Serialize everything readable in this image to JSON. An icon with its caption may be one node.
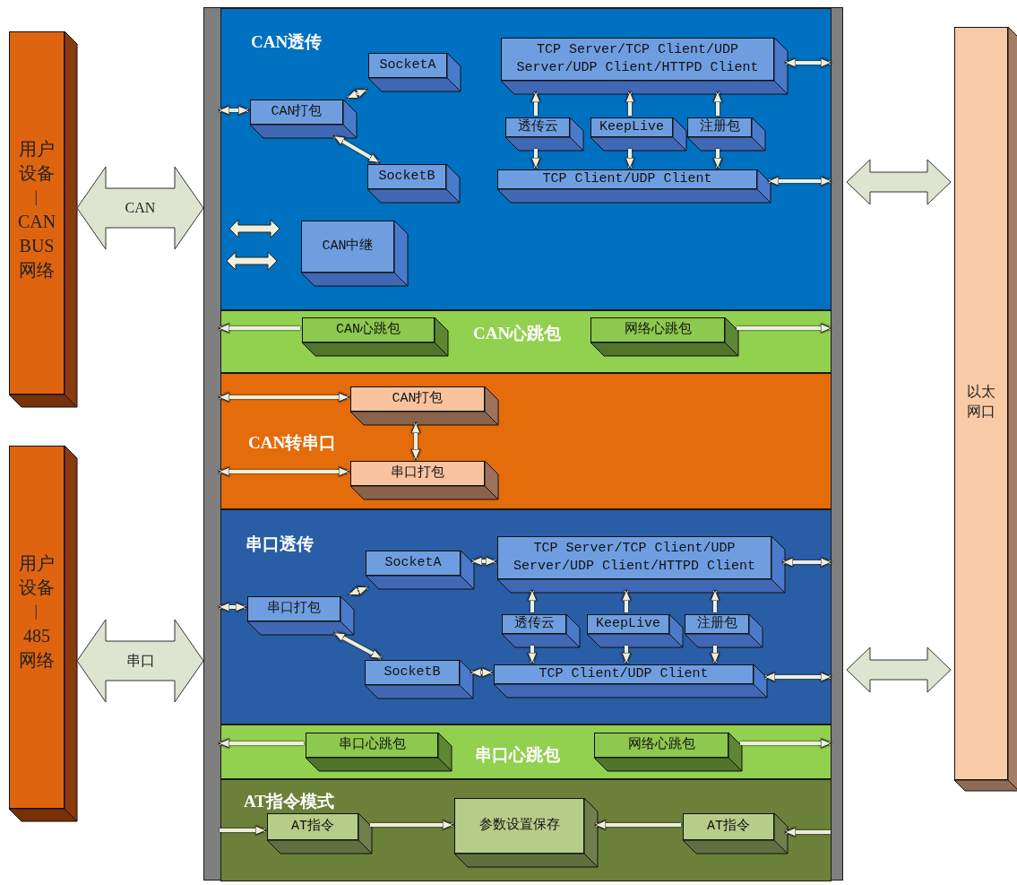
{
  "diagram": {
    "nodes": [
      {
        "text": [
          "用户设备︱CAN BUS网络"
        ]
      },
      {
        "text": [
          "用户设备︱485网络"
        ]
      },
      {
        "text": [
          "以太网口"
        ]
      },
      {
        "text": [],
        "shape": "box"
      },
      {
        "text": [
          "CAN透传"
        ],
        "in": 3
      },
      {
        "text": [
          "CAN打包"
        ],
        "in": 4
      },
      {
        "text": [
          "SocketA"
        ],
        "in": 4
      },
      {
        "text": [
          "SocketB"
        ],
        "in": 4
      },
      {
        "text": [
          "TCP Server/TCP Client/UDP Server/UDP Client/HTTPD Client"
        ],
        "in": 4
      },
      {
        "text": [
          "透传云"
        ],
        "in": 4
      },
      {
        "text": [
          "KeepLive"
        ],
        "in": 4
      },
      {
        "text": [
          "注册包"
        ],
        "in": 4
      },
      {
        "text": [
          "TCP Client/UDP Client"
        ],
        "in": 4
      },
      {
        "text": [
          "CAN中继"
        ],
        "in": 4
      },
      {
        "text": [
          "CAN心跳包"
        ],
        "in": 3
      },
      {
        "text": [
          "CAN心跳包"
        ],
        "in": 14
      },
      {
        "text": [
          "网络心跳包"
        ],
        "in": 14
      },
      {
        "text": [
          "CAN转串口"
        ],
        "in": 3
      },
      {
        "text": [
          "CAN打包"
        ],
        "in": 17
      },
      {
        "text": [
          "串口打包"
        ],
        "in": 17
      },
      {
        "text": [
          "串口透传"
        ],
        "in": 3
      },
      {
        "text": [
          "串口打包"
        ],
        "in": 20
      },
      {
        "text": [
          "SocketA"
        ],
        "in": 20
      },
      {
        "text": [
          "SocketB"
        ],
        "in": 20
      },
      {
        "text": [
          "TCP Server/TCP Client/UDP Server/UDP Client/HTTPD Client"
        ],
        "in": 20
      },
      {
        "text": [
          "透传云"
        ],
        "in": 20
      },
      {
        "text": [
          "KeepLive"
        ],
        "in": 20
      },
      {
        "text": [
          "注册包"
        ],
        "in": 20
      },
      {
        "text": [
          "TCP Client/UDP Client"
        ],
        "in": 20
      },
      {
        "text": [
          "串口心跳包"
        ],
        "in": 3
      },
      {
        "text": [
          "串口心跳包"
        ],
        "in": 29
      },
      {
        "text": [
          "网络心跳包"
        ],
        "in": 29
      },
      {
        "text": [
          "AT指令模式"
        ],
        "in": 3
      },
      {
        "text": [
          "AT指令"
        ],
        "in": 32
      },
      {
        "text": [
          "参数设置保存"
        ],
        "in": 32
      },
      {
        "text": [
          "AT指令"
        ],
        "in": 32
      }
    ],
    "edges": [
      {
        "from": 0,
        "to": 3,
        "arrow": "both",
        "label": "CAN",
        "style": "thick"
      },
      {
        "from": 1,
        "to": 3,
        "arrow": "both",
        "label": "串口",
        "style": "thick"
      },
      {
        "from": 3,
        "to": 2,
        "arrow": "both",
        "style": "thick"
      },
      {
        "from": 3,
        "to": 2,
        "arrow": "both",
        "style": "thick"
      },
      {
        "from": null,
        "to": 5,
        "arrow": "both"
      },
      {
        "from": 5,
        "to": 6,
        "arrow": "both"
      },
      {
        "from": 5,
        "to": 7,
        "arrow": "both"
      },
      {
        "from": 8,
        "to": null,
        "arrow": "both"
      },
      {
        "from": 9,
        "to": 8,
        "arrow": "to"
      },
      {
        "from": 9,
        "to": 12,
        "arrow": "to"
      },
      {
        "from": 10,
        "to": 8,
        "arrow": "to"
      },
      {
        "from": 10,
        "to": 12,
        "arrow": "to"
      },
      {
        "from": 11,
        "to": 8,
        "arrow": "to"
      },
      {
        "from": 11,
        "to": 12,
        "arrow": "to"
      },
      {
        "from": 12,
        "to": null,
        "arrow": "both"
      },
      {
        "from": 15,
        "to": null,
        "arrow": "to"
      },
      {
        "from": 16,
        "to": null,
        "arrow": "to"
      },
      {
        "from": null,
        "to": 18,
        "arrow": "both"
      },
      {
        "from": null,
        "to": 19,
        "arrow": "both"
      },
      {
        "from": 18,
        "to": 19,
        "arrow": "both"
      },
      {
        "from": null,
        "to": 21,
        "arrow": "both"
      },
      {
        "from": 21,
        "to": 22,
        "arrow": "both"
      },
      {
        "from": 21,
        "to": 23,
        "arrow": "both"
      },
      {
        "from": 22,
        "to": 24,
        "arrow": "both"
      },
      {
        "from": 23,
        "to": 28,
        "arrow": "both"
      },
      {
        "from": 24,
        "to": null,
        "arrow": "both"
      },
      {
        "from": 25,
        "to": 24,
        "arrow": "to"
      },
      {
        "from": 25,
        "to": 28,
        "arrow": "to"
      },
      {
        "from": 26,
        "to": 24,
        "arrow": "to"
      },
      {
        "from": 26,
        "to": 28,
        "arrow": "to"
      },
      {
        "from": 27,
        "to": 24,
        "arrow": "to"
      },
      {
        "from": 27,
        "to": 28,
        "arrow": "to"
      },
      {
        "from": 28,
        "to": null,
        "arrow": "both"
      },
      {
        "from": 30,
        "to": null,
        "arrow": "to"
      },
      {
        "from": 31,
        "to": null,
        "arrow": "to"
      },
      {
        "from": null,
        "to": 33,
        "arrow": "to"
      },
      {
        "from": 33,
        "to": 34,
        "arrow": "to"
      },
      {
        "from": 35,
        "to": 34,
        "arrow": "to"
      },
      {
        "from": null,
        "to": 35,
        "arrow": "to"
      }
    ]
  }
}
